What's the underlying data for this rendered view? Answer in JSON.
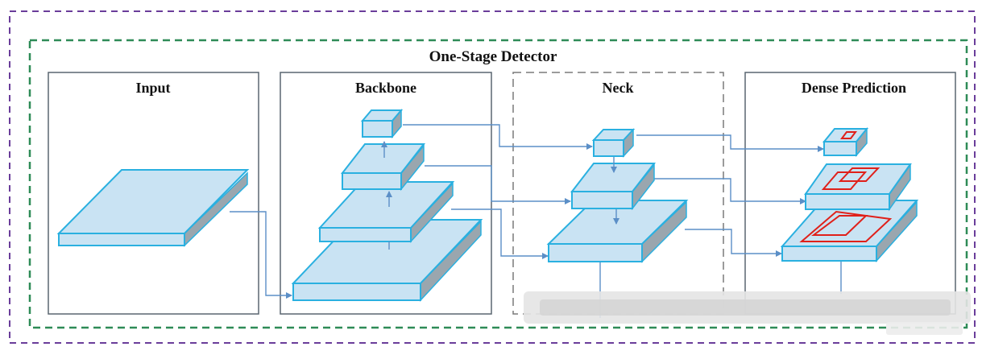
{
  "diagram": {
    "title": "One-Stage Detector",
    "panels": [
      {
        "id": "input",
        "label": "Input"
      },
      {
        "id": "backbone",
        "label": "Backbone"
      },
      {
        "id": "neck",
        "label": "Neck"
      },
      {
        "id": "dense",
        "label": "Dense Prediction"
      }
    ],
    "colors": {
      "outer_border": "#6a3d9a",
      "inner_border": "#2e8b57",
      "panel_border": "#5a6670",
      "neck_border": "#7a7a7a",
      "slab_face": "#c9e3f3",
      "slab_edge": "#2ab0e0",
      "slab_side": "#9aa6ae",
      "arrow": "#5b8fc7",
      "box_red": "#e0201a"
    }
  }
}
